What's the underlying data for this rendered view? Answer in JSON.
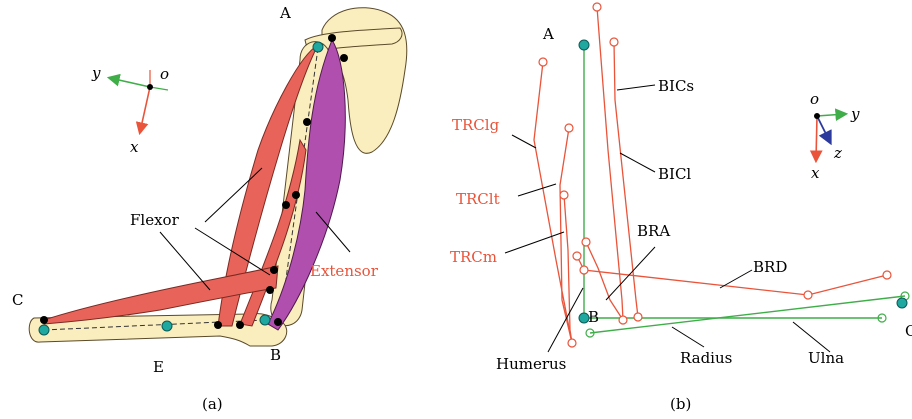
{
  "colors": {
    "bone": "#fbeebe",
    "bone_stroke": "#5a4a2a",
    "flexor": "#e8645a",
    "extensor": "#b04fae",
    "joint_teal": "#1fa8a0",
    "muscle_line": "#e9543a",
    "bone_line": "#3fae49",
    "z_axis": "#2b3a9c"
  },
  "panel_a": {
    "caption": "(a)",
    "point_labels": [
      "A",
      "B",
      "C",
      "E"
    ],
    "labels": {
      "flexor": "Flexor",
      "extensor": "Extensor"
    },
    "axes": {
      "origin": "o",
      "x": "x",
      "y": "y"
    }
  },
  "panel_b": {
    "caption": "(b)",
    "point_labels": [
      "A",
      "B",
      "C"
    ],
    "muscle_labels": [
      "TRClg",
      "TRClt",
      "TRCm",
      "BICs",
      "BICl",
      "BRA",
      "BRD"
    ],
    "bone_labels": [
      "Humerus",
      "Radius",
      "Ulna"
    ],
    "axes": {
      "origin": "o",
      "x": "x",
      "y": "y",
      "z": "z"
    }
  }
}
